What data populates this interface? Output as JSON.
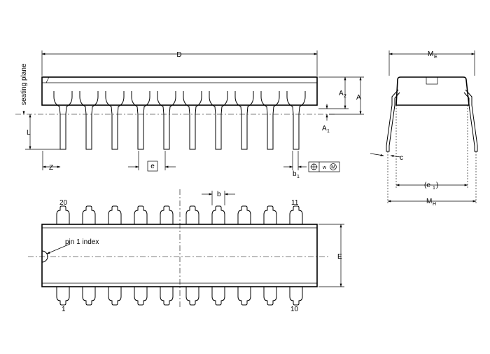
{
  "labels": {
    "seating_plane": "seating plane",
    "D": "D",
    "A": "A",
    "A2_main": "A",
    "A2_sub": "2",
    "A1_main": "A",
    "A1_sub": "1",
    "L": "L",
    "Z": "Z",
    "e": "e",
    "b1_main": "b",
    "b1_sub": "1",
    "tol_w": "w",
    "tol_m": "M",
    "ME_main": "M",
    "ME_sub": "E",
    "c": "c",
    "e1_open": "(e",
    "e1_sub": "1",
    "e1_close": ")",
    "MH_main": "M",
    "MH_sub": "H",
    "b": "b",
    "pin20": "20",
    "pin11": "11",
    "pin1": "1",
    "pin10": "10",
    "pin1_index": "pin 1 index",
    "E": "E"
  },
  "package": {
    "pins_per_side": 10,
    "total_pins": 20
  }
}
